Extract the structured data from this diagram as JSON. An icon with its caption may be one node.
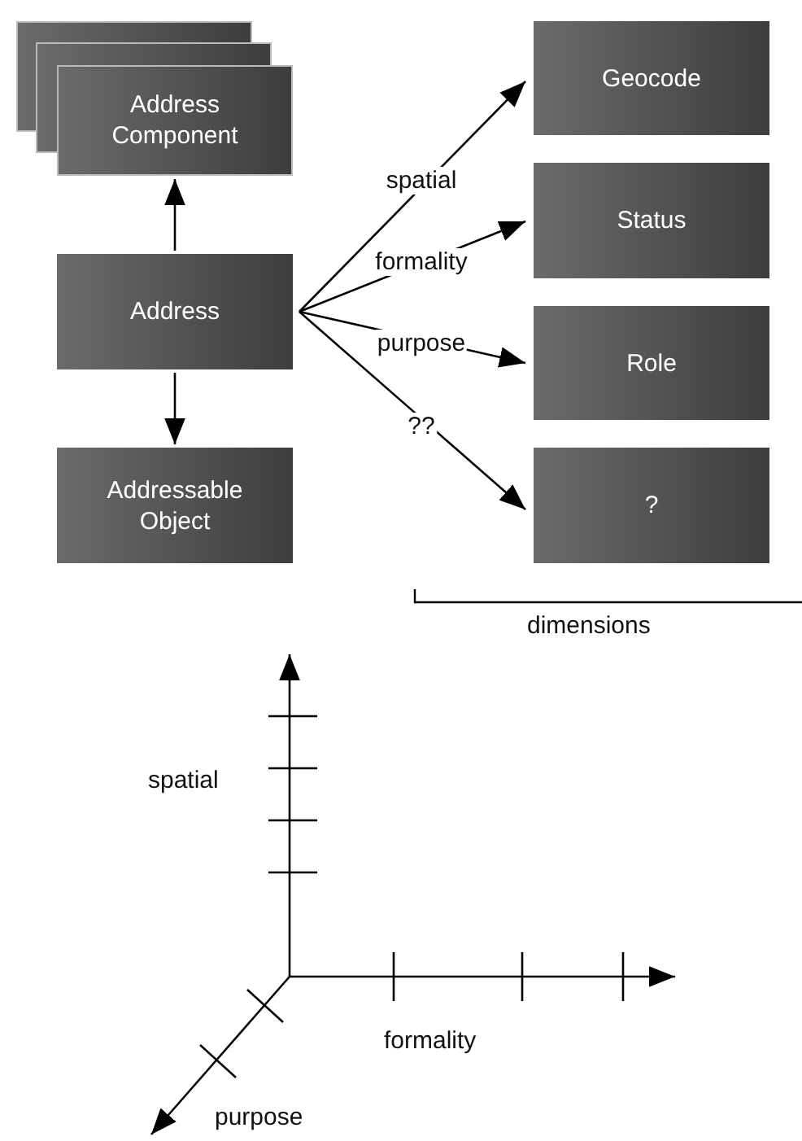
{
  "diagram": {
    "nodes": [
      {
        "text": [
          "Address Component"
        ]
      },
      {
        "text": [
          "Address"
        ]
      },
      {
        "text": [
          "Addressable Object"
        ]
      },
      {
        "text": [
          "Geocode"
        ]
      },
      {
        "text": [
          "Status"
        ]
      },
      {
        "text": [
          "Role"
        ]
      },
      {
        "text": [
          "?"
        ]
      }
    ],
    "edges": [
      {
        "from": 1,
        "to": 0,
        "arrow": "to"
      },
      {
        "from": 1,
        "to": 2,
        "arrow": "to"
      },
      {
        "from": 1,
        "to": 3,
        "arrow": "to",
        "label": "spatial"
      },
      {
        "from": 1,
        "to": 4,
        "arrow": "to",
        "label": "formality"
      },
      {
        "from": 1,
        "to": 5,
        "arrow": "to",
        "label": "purpose"
      },
      {
        "from": 1,
        "to": 6,
        "arrow": "to",
        "label": "??"
      }
    ],
    "labels": [
      "dimensions",
      "spatial",
      "formality",
      "purpose"
    ]
  }
}
